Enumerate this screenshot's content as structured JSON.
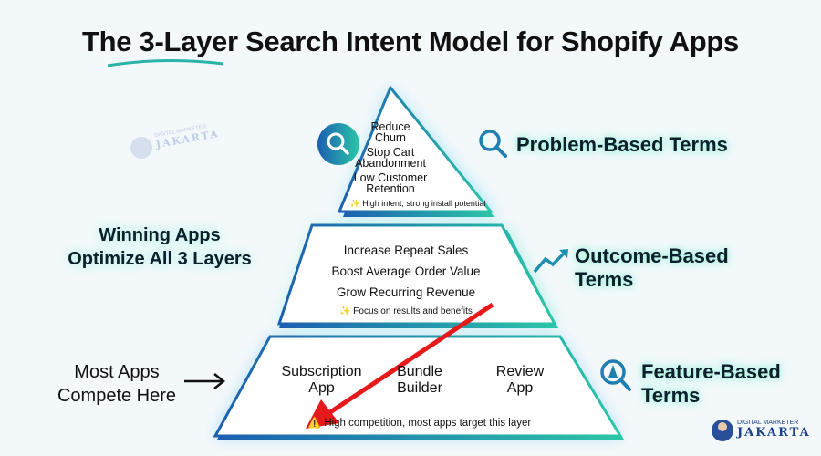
{
  "title": "The 3-Layer Search Intent Model for Shopify Apps",
  "layers": {
    "top": {
      "items": [
        "Reduce Churn",
        "Stop Cart Abandonment",
        "Low Customer Retention"
      ],
      "note": "✨ High intent, strong install potential",
      "label": "Problem-Based Terms",
      "icon": "search-icon"
    },
    "middle": {
      "items": [
        "Increase Repeat Sales",
        "Boost Average Order Value",
        "Grow Recurring Revenue"
      ],
      "note": "✨ Focus on results and benefits",
      "label_line1": "Outcome-Based",
      "label_line2": "Terms",
      "icon": "trending-up-icon"
    },
    "bottom": {
      "items": [
        "Subscription App",
        "Bundle Builder",
        "Review App"
      ],
      "note": "⚠️ High competition, most apps target this layer",
      "label_line1": "Feature-Based",
      "label_line2": "Terms",
      "icon": "search-feature-icon"
    }
  },
  "left_notes": {
    "winning_line1": "Winning Apps",
    "winning_line2": "Optimize All 3 Layers",
    "most_line1": "Most Apps",
    "most_line2": "Compete Here"
  },
  "watermark": {
    "line1": "DIGITAL MARKETER",
    "line2": "JAKARTA"
  },
  "colors": {
    "accent_teal": "#2bb3a8",
    "accent_blue": "#1f6fb5",
    "arrow_red": "#e8191b",
    "glow": "#8ff0d8"
  }
}
